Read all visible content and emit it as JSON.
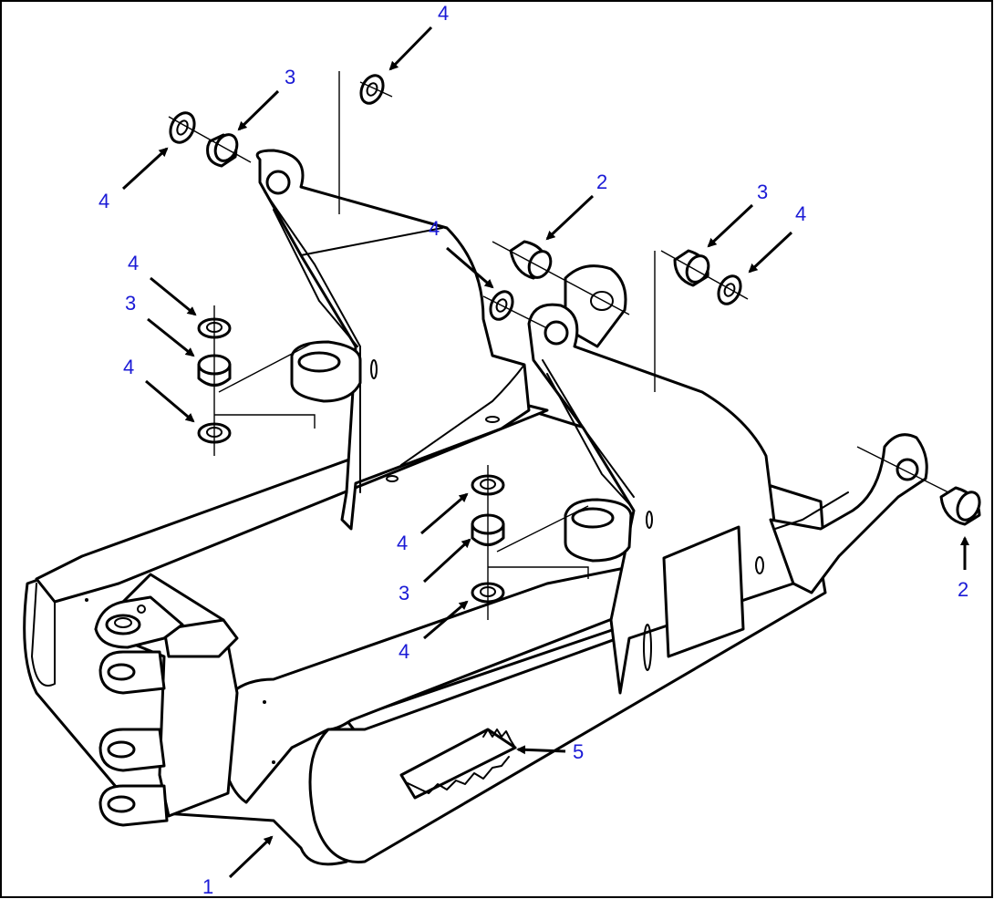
{
  "diagram": {
    "callouts": [
      {
        "id": "c4-top",
        "label": "4"
      },
      {
        "id": "c3-top",
        "label": "3"
      },
      {
        "id": "c4-topleft",
        "label": "4"
      },
      {
        "id": "c4-left-a",
        "label": "4"
      },
      {
        "id": "c3-left",
        "label": "3"
      },
      {
        "id": "c4-left-b",
        "label": "4"
      },
      {
        "id": "c4-mid",
        "label": "4"
      },
      {
        "id": "c2-top",
        "label": "2"
      },
      {
        "id": "c3-right",
        "label": "3"
      },
      {
        "id": "c4-right",
        "label": "4"
      },
      {
        "id": "c2-right",
        "label": "2"
      },
      {
        "id": "c4-center-a",
        "label": "4"
      },
      {
        "id": "c3-center",
        "label": "3"
      },
      {
        "id": "c4-center-b",
        "label": "4"
      },
      {
        "id": "c5",
        "label": "5"
      },
      {
        "id": "c1",
        "label": "1"
      }
    ]
  }
}
